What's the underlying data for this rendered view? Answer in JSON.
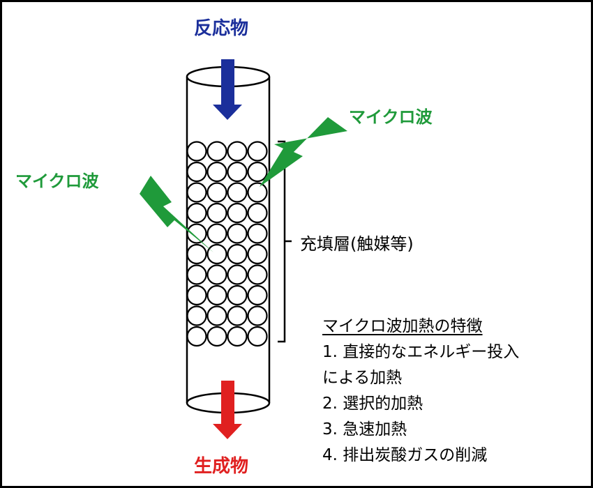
{
  "labels": {
    "reactant": "反応物",
    "product": "生成物",
    "microwave_right": "マイクロ波",
    "microwave_left": "マイクロ波",
    "packed_bed": "充填層(触媒等)"
  },
  "features": {
    "title": "マイクロ波加熱の特徴",
    "items": [
      "1. 直接的なエネルギー投入",
      "による加熱",
      "2. 選択的加熱",
      "3. 急速加熱",
      "4. 排出炭酸ガスの削減"
    ]
  },
  "colors": {
    "reactant_arrow": "#1b2f9b",
    "product_arrow": "#e02020",
    "microwave": "#1f9a3a",
    "outline": "#000000"
  },
  "icons": {
    "inlet_arrow": "arrow-down-icon",
    "outlet_arrow": "arrow-down-icon",
    "microwave": "lightning-bolt-icon"
  }
}
